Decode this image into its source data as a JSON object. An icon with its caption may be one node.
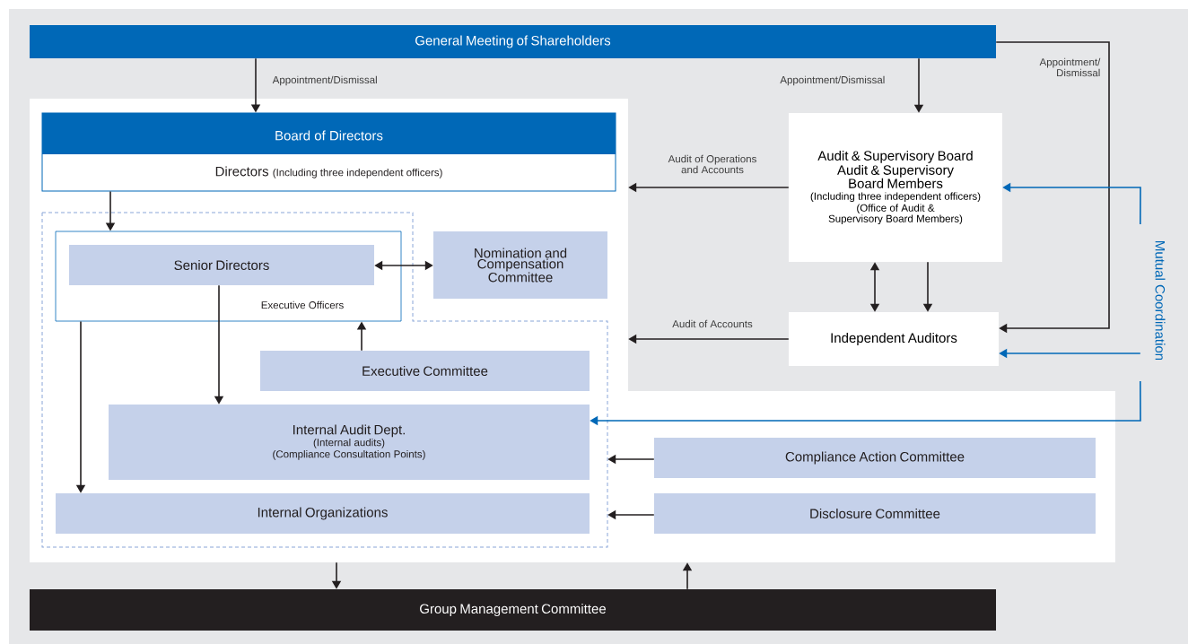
{
  "diagram": {
    "nodes": [
      {
        "text": [
          "General Meeting of Shareholders"
        ]
      },
      {
        "text": [],
        "shape": "box"
      },
      {
        "text": [
          "Board of Directors",
          "Directors",
          "(Including three independent officers)"
        ],
        "in": 1
      },
      {
        "text": [],
        "shape": "box",
        "in": 1
      },
      {
        "text": [
          "Executive Officers"
        ],
        "in": 3
      },
      {
        "text": [
          "Senior Directors"
        ],
        "in": 4
      },
      {
        "text": [
          "Nomination and Compensation Committee"
        ],
        "in": 1
      },
      {
        "text": [
          "Audit & Supervisory Board",
          "Audit & Supervisory Board Members",
          "(Including three independent officers)",
          "(Office of Audit & Supervisory Board Members)"
        ]
      },
      {
        "text": [
          "Independent Auditors"
        ]
      },
      {
        "text": [
          "Executive Committee"
        ],
        "in": 3
      },
      {
        "text": [
          "Internal Audit Dept.",
          "(Internal audits)",
          "(Compliance Consultation Points)"
        ],
        "in": 3
      },
      {
        "text": [
          "Compliance Action Committee"
        ],
        "in": 1
      },
      {
        "text": [
          "Disclosure Committee"
        ],
        "in": 1
      },
      {
        "text": [
          "Internal Organizations"
        ],
        "in": 3
      },
      {
        "text": [
          "Group Management Committee"
        ]
      },
      {
        "text": [
          "Mutual Coordination"
        ]
      }
    ],
    "edges": [
      {
        "from": 0,
        "to": 2,
        "arrow": "to",
        "label": "Appointment/Dismissal"
      },
      {
        "from": 0,
        "to": 7,
        "arrow": "to",
        "label": "Appointment/Dismissal"
      },
      {
        "from": 0,
        "to": 8,
        "arrow": "to",
        "label": "Appointment/ Dismissal"
      },
      {
        "from": 2,
        "to": 4,
        "arrow": "to"
      },
      {
        "from": 5,
        "to": 6,
        "arrow": "both"
      },
      {
        "from": 7,
        "to": 1,
        "arrow": "to",
        "label": "Audit of Operations and Accounts"
      },
      {
        "from": 8,
        "to": 1,
        "arrow": "to",
        "label": "Audit of Accounts"
      },
      {
        "from": 7,
        "to": 8,
        "arrow": "both"
      },
      {
        "from": 7,
        "to": 8,
        "arrow": "to"
      },
      {
        "from": 9,
        "to": 4,
        "arrow": "to"
      },
      {
        "from": 5,
        "to": 10,
        "arrow": "to"
      },
      {
        "from": 4,
        "to": 13,
        "arrow": "to"
      },
      {
        "from": 11,
        "to": 3,
        "arrow": "to"
      },
      {
        "from": 12,
        "to": 3,
        "arrow": "to"
      },
      {
        "from": 1,
        "to": 14,
        "arrow": "to"
      },
      {
        "from": 14,
        "to": 1,
        "arrow": "to"
      },
      {
        "from": 15,
        "to": 7,
        "arrow": "to",
        "color": "#0068b7"
      },
      {
        "from": 15,
        "to": 8,
        "arrow": "to",
        "color": "#0068b7"
      },
      {
        "from": 15,
        "to": 10,
        "arrow": "to",
        "color": "#0068b7"
      }
    ]
  }
}
